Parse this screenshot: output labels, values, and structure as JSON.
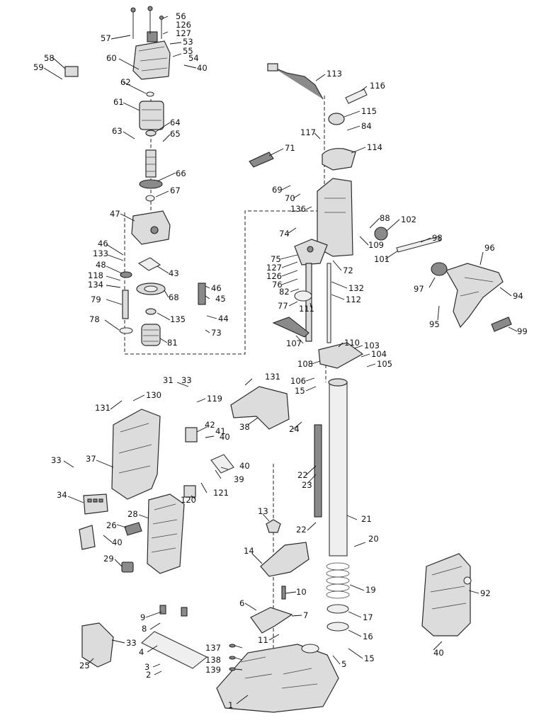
{
  "callouts": {
    "c1": "1",
    "c2": "2",
    "c3": "3",
    "c4": "4",
    "c5": "5",
    "c6": "6",
    "c7": "7",
    "c8": "8",
    "c9": "9",
    "c10": "10",
    "c11": "11",
    "c13": "13",
    "c14": "14",
    "c15a": "15",
    "c15b": "15",
    "c16": "16",
    "c17": "17",
    "c19": "19",
    "c20": "20",
    "c21": "21",
    "c22a": "22",
    "c22b": "22",
    "c23": "23",
    "c24": "24",
    "c25": "25",
    "c26": "26",
    "c28": "28",
    "c29": "29",
    "c31": "31",
    "c33a": "33",
    "c33b": "33",
    "c33c": "33",
    "c34": "34",
    "c37": "37",
    "c38": "38",
    "c39": "39",
    "c40a": "40",
    "c40b": "40",
    "c40c": "40",
    "c40d": "40",
    "c40e": "40",
    "c41": "41",
    "c42": "42",
    "c43": "43",
    "c44": "44",
    "c45": "45",
    "c46a": "46",
    "c46b": "46",
    "c47": "47",
    "c48": "48",
    "c53": "53",
    "c54": "54",
    "c55": "55",
    "c56": "56",
    "c57": "57",
    "c58": "58",
    "c59": "59",
    "c60": "60",
    "c61": "61",
    "c62": "62",
    "c63": "63",
    "c64": "64",
    "c65": "65",
    "c66": "66",
    "c67": "67",
    "c68": "68",
    "c69": "69",
    "c70": "70",
    "c71": "71",
    "c72": "72",
    "c73": "73",
    "c74": "74",
    "c75": "75",
    "c76": "76",
    "c77": "77",
    "c78": "78",
    "c79": "79",
    "c81": "81",
    "c82": "82",
    "c84": "84",
    "c88": "88",
    "c92": "92",
    "c94": "94",
    "c95": "95",
    "c96": "96",
    "c97": "97",
    "c98": "98",
    "c99": "99",
    "c101": "101",
    "c102": "102",
    "c103": "103",
    "c104": "104",
    "c105": "105",
    "c106": "106",
    "c107": "107",
    "c108": "108",
    "c109": "109",
    "c110": "110",
    "c111": "111",
    "c112": "112",
    "c113": "113",
    "c114": "114",
    "c115": "115",
    "c116": "116",
    "c117": "117",
    "c118": "118",
    "c119": "119",
    "c120": "120",
    "c121": "121",
    "c126a": "126",
    "c126b": "126",
    "c127a": "127",
    "c127b": "127",
    "c130": "130",
    "c131a": "131",
    "c131b": "131",
    "c132": "132",
    "c133": "133",
    "c134": "134",
    "c135": "135",
    "c136": "136",
    "c137": "137",
    "c138": "138",
    "c139": "139"
  }
}
